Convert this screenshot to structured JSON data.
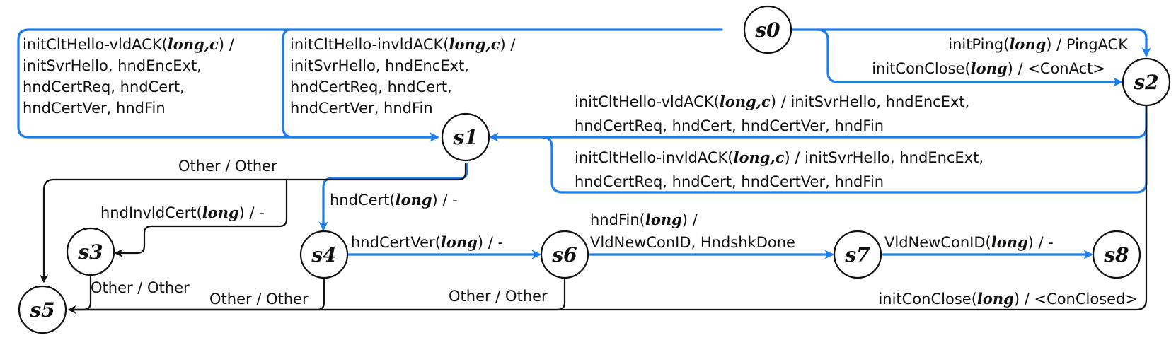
{
  "colors": {
    "main_path": "#1a7df0",
    "other_path": "#111111"
  },
  "states": {
    "s0": "s0",
    "s1": "s1",
    "s2": "s2",
    "s3": "s3",
    "s4": "s4",
    "s5": "s5",
    "s6": "s6",
    "s7": "s7",
    "s8": "s8"
  },
  "labels": {
    "ch_valid_left": [
      [
        {
          "t": "initCltHello-vldACK("
        },
        {
          "t": "long,c",
          "em": true
        },
        {
          "t": ")  /"
        }
      ],
      [
        {
          "t": "initSvrHello, hndEncExt,"
        }
      ],
      [
        {
          "t": "hndCertReq, hndCert,"
        }
      ],
      [
        {
          "t": "hndCertVer, hndFin"
        }
      ]
    ],
    "ch_invalid_left": [
      [
        {
          "t": "initCltHello-invldACK("
        },
        {
          "t": "long,c",
          "em": true
        },
        {
          "t": ")  /"
        }
      ],
      [
        {
          "t": "initSvrHello, hndEncExt,"
        }
      ],
      [
        {
          "t": "hndCertReq, hndCert,"
        }
      ],
      [
        {
          "t": "hndCertVer, hndFin"
        }
      ]
    ],
    "init_ping": [
      [
        {
          "t": "initPing("
        },
        {
          "t": "long",
          "em": true
        },
        {
          "t": ")  /  PingACK"
        }
      ]
    ],
    "con_close_act": [
      [
        {
          "t": "initConClose("
        },
        {
          "t": "long",
          "em": true
        },
        {
          "t": ")  /  <ConAct>"
        }
      ]
    ],
    "ch_valid_right": [
      [
        {
          "t": "initCltHello-vldACK("
        },
        {
          "t": "long,c",
          "em": true
        },
        {
          "t": ")   /  initSvrHello, hndEncExt,"
        }
      ],
      [
        {
          "t": "hndCertReq, hndCert, hndCertVer, hndFin"
        }
      ]
    ],
    "ch_invalid_right": [
      [
        {
          "t": "initCltHello-invldACK("
        },
        {
          "t": "long,c",
          "em": true
        },
        {
          "t": ")   /  initSvrHello, hndEncExt,"
        }
      ],
      [
        {
          "t": "hndCertReq, hndCert, hndCertVer, hndFin"
        }
      ]
    ],
    "s1_other": [
      [
        {
          "t": "Other  /  Other"
        }
      ]
    ],
    "hnd_invld_cert": [
      [
        {
          "t": "hndInvldCert("
        },
        {
          "t": "long",
          "em": true
        },
        {
          "t": ")  /  -"
        }
      ]
    ],
    "hnd_cert": [
      [
        {
          "t": "hndCert("
        },
        {
          "t": "long",
          "em": true
        },
        {
          "t": ")   /  -"
        }
      ]
    ],
    "hnd_cert_ver": [
      [
        {
          "t": "hndCertVer("
        },
        {
          "t": "long",
          "em": true
        },
        {
          "t": ")   /  -"
        }
      ]
    ],
    "hnd_fin": [
      [
        {
          "t": "hndFin("
        },
        {
          "t": "long",
          "em": true
        },
        {
          "t": ")   /"
        }
      ],
      [
        {
          "t": "VldNewConID, HndshkDone"
        }
      ]
    ],
    "vld_new_con_id": [
      [
        {
          "t": "VldNewConID("
        },
        {
          "t": "long",
          "em": true
        },
        {
          "t": ")   /  -"
        }
      ]
    ],
    "s3_other": [
      [
        {
          "t": "Other  /  Other"
        }
      ]
    ],
    "s4_other": [
      [
        {
          "t": "Other  /  Other"
        }
      ]
    ],
    "s6_other": [
      [
        {
          "t": "Other  /  Other"
        }
      ]
    ],
    "con_closed": [
      [
        {
          "t": "initConClose("
        },
        {
          "t": "long",
          "em": true
        },
        {
          "t": ")   /  <ConClosed>"
        }
      ]
    ]
  }
}
